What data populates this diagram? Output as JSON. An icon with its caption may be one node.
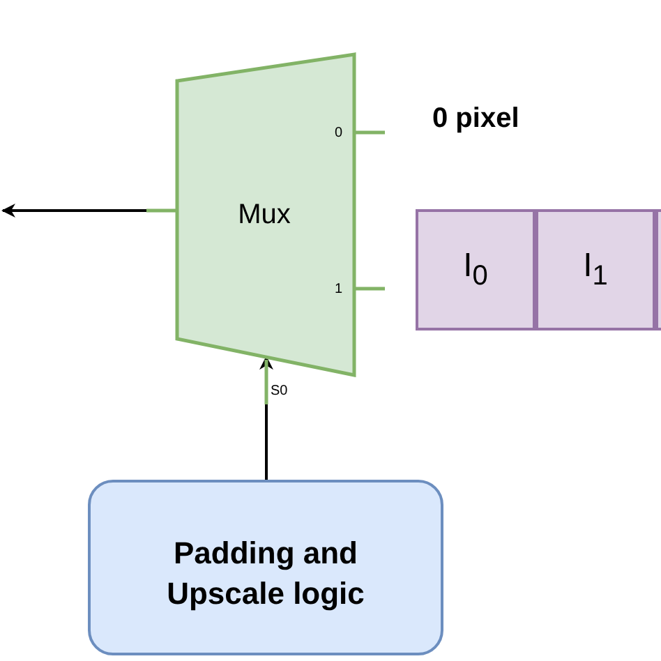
{
  "diagram": {
    "nodes": [
      {
        "text": [
          "Mux"
        ]
      },
      {
        "text": [
          "I$_{0}$"
        ]
      },
      {
        "text": [
          "I$_{1}$"
        ]
      },
      {
        "text": [],
        "shape": "box"
      },
      {
        "text": [
          "Padding and Upscale logic"
        ]
      }
    ],
    "edges": [
      {
        "from": 0,
        "to": null,
        "arrow": "to"
      },
      {
        "from": 4,
        "to": 0,
        "arrow": "to"
      }
    ],
    "labels": [
      "0 pixel",
      "0",
      "1",
      "S0"
    ]
  }
}
